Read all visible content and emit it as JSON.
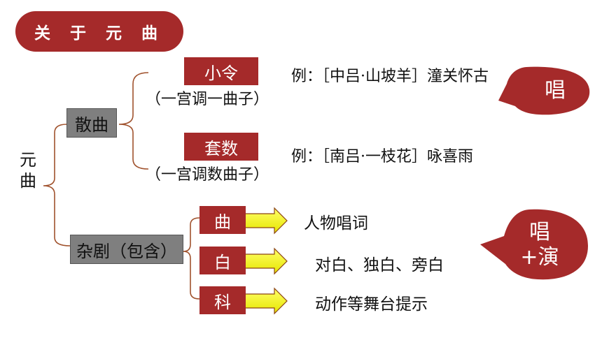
{
  "title": "关 于 元 曲",
  "root": "元曲",
  "sanqu": {
    "label": "散曲",
    "xiaoling": {
      "label": "小令",
      "sub": "（一宫调一曲子）",
      "example": "例：［中吕·山坡羊］潼关怀古"
    },
    "taoshu": {
      "label": "套数",
      "sub": "（一宫调数曲子）",
      "example": "例：［南吕·一枝花］咏喜雨"
    }
  },
  "zaju": {
    "label": "杂剧（包含）",
    "items": [
      {
        "label": "曲",
        "desc": "人物唱词"
      },
      {
        "label": "白",
        "desc": "对白、独白、旁白"
      },
      {
        "label": "科",
        "desc": "动作等舞台提示"
      }
    ]
  },
  "bubbles": {
    "chang": "唱",
    "chang_yan": "唱+演"
  },
  "colors": {
    "accent": "#a52a2a",
    "gray": "#7f7f7f",
    "arrow": "#ffff00"
  }
}
